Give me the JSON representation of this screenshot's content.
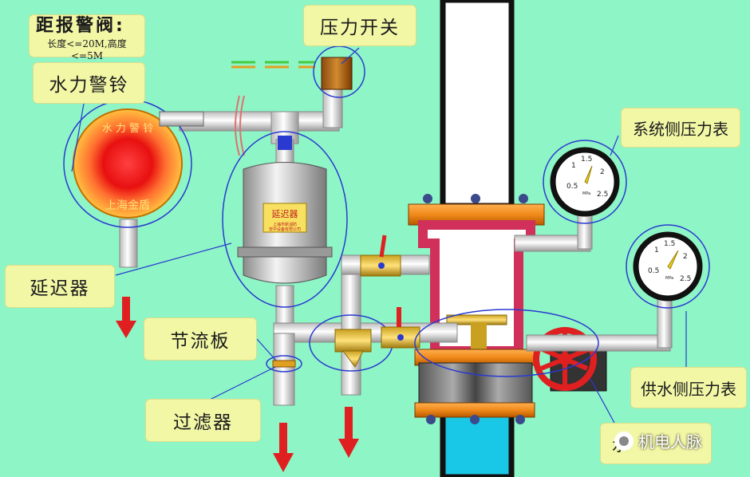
{
  "labels": {
    "alarm_distance_title": "距报警阀:",
    "alarm_distance_note": "长度<=20M,高度<=5M",
    "water_bell": "水力警铃",
    "pressure_switch": "压力开关",
    "system_gauge": "系统侧压力表",
    "retard_chamber": "延迟器",
    "orifice_plate": "节流板",
    "strainer": "过滤器",
    "supply_gauge": "供水侧压力表",
    "bottom_right": "水"
  },
  "device_text": {
    "bell_ring": "水 力 警 铃",
    "bell_maker": "上海金盾",
    "chamber_plate": "延迟器",
    "chamber_maker1": "上海市新消防",
    "chamber_maker2": "安中设备有限公司"
  },
  "gauge_text": {
    "system_ticks": [
      "0.5",
      "1",
      "1.5",
      "2",
      "2.5"
    ],
    "supply_ticks": [
      "0.5",
      "1",
      "1.5",
      "2",
      "2.5"
    ],
    "unit": "MPa"
  },
  "watermark": "机电人脉",
  "colors": {
    "background": "#8ef5c6",
    "label_bg": "#f2f7a6",
    "pipe": "#e6e6e6",
    "valve_body": "#e05a7a",
    "flange": "#f08a1a",
    "arrow": "#e02020",
    "water": "#19c7e6"
  }
}
